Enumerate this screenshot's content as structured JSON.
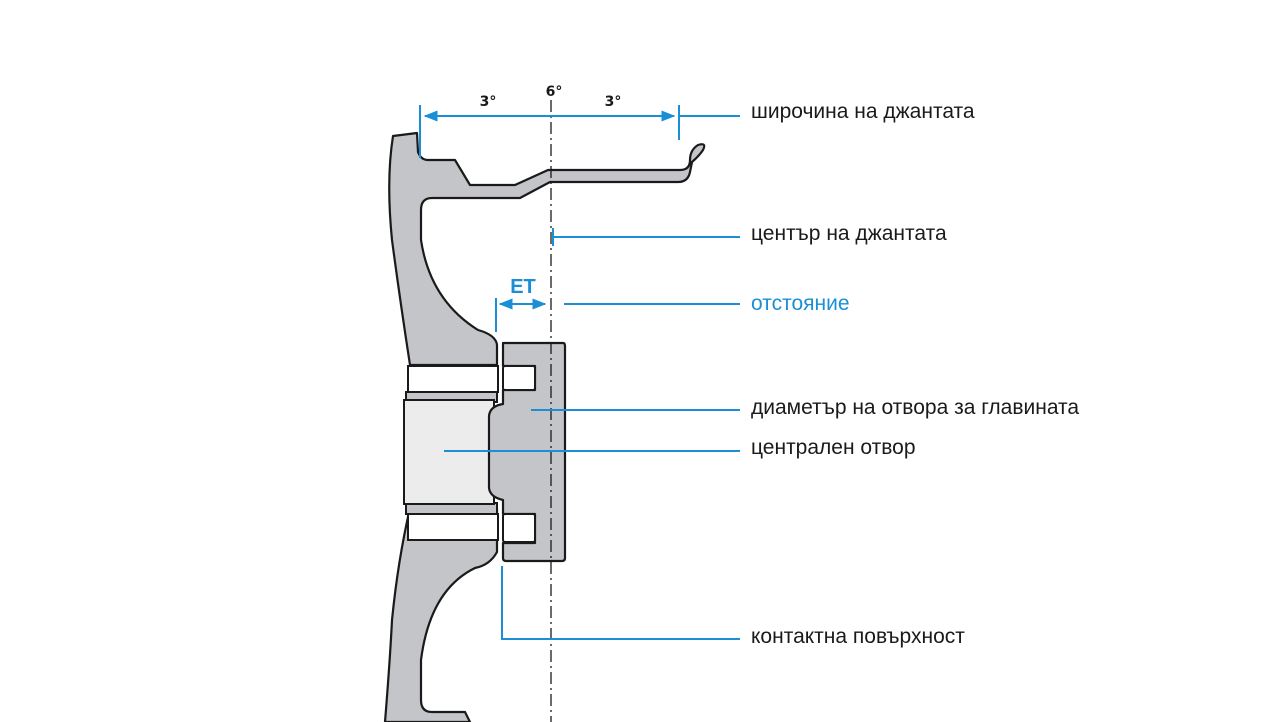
{
  "angles": {
    "left": "3°",
    "center": "6°",
    "right": "3°"
  },
  "et_label": "ET",
  "labels": {
    "rim_width": "широчина на джантата",
    "rim_center": "център на джантата",
    "offset": "отстояние",
    "hub_bore_diameter": "диаметър на отвора  за главината",
    "center_bore": "централен отвор",
    "contact_surface": "контактна повърхност"
  },
  "colors": {
    "accent": "#1a8fd6",
    "wheel_fill": "#c3c5c8",
    "bore_fill": "#ececec",
    "outline": "#1a1a1a"
  }
}
